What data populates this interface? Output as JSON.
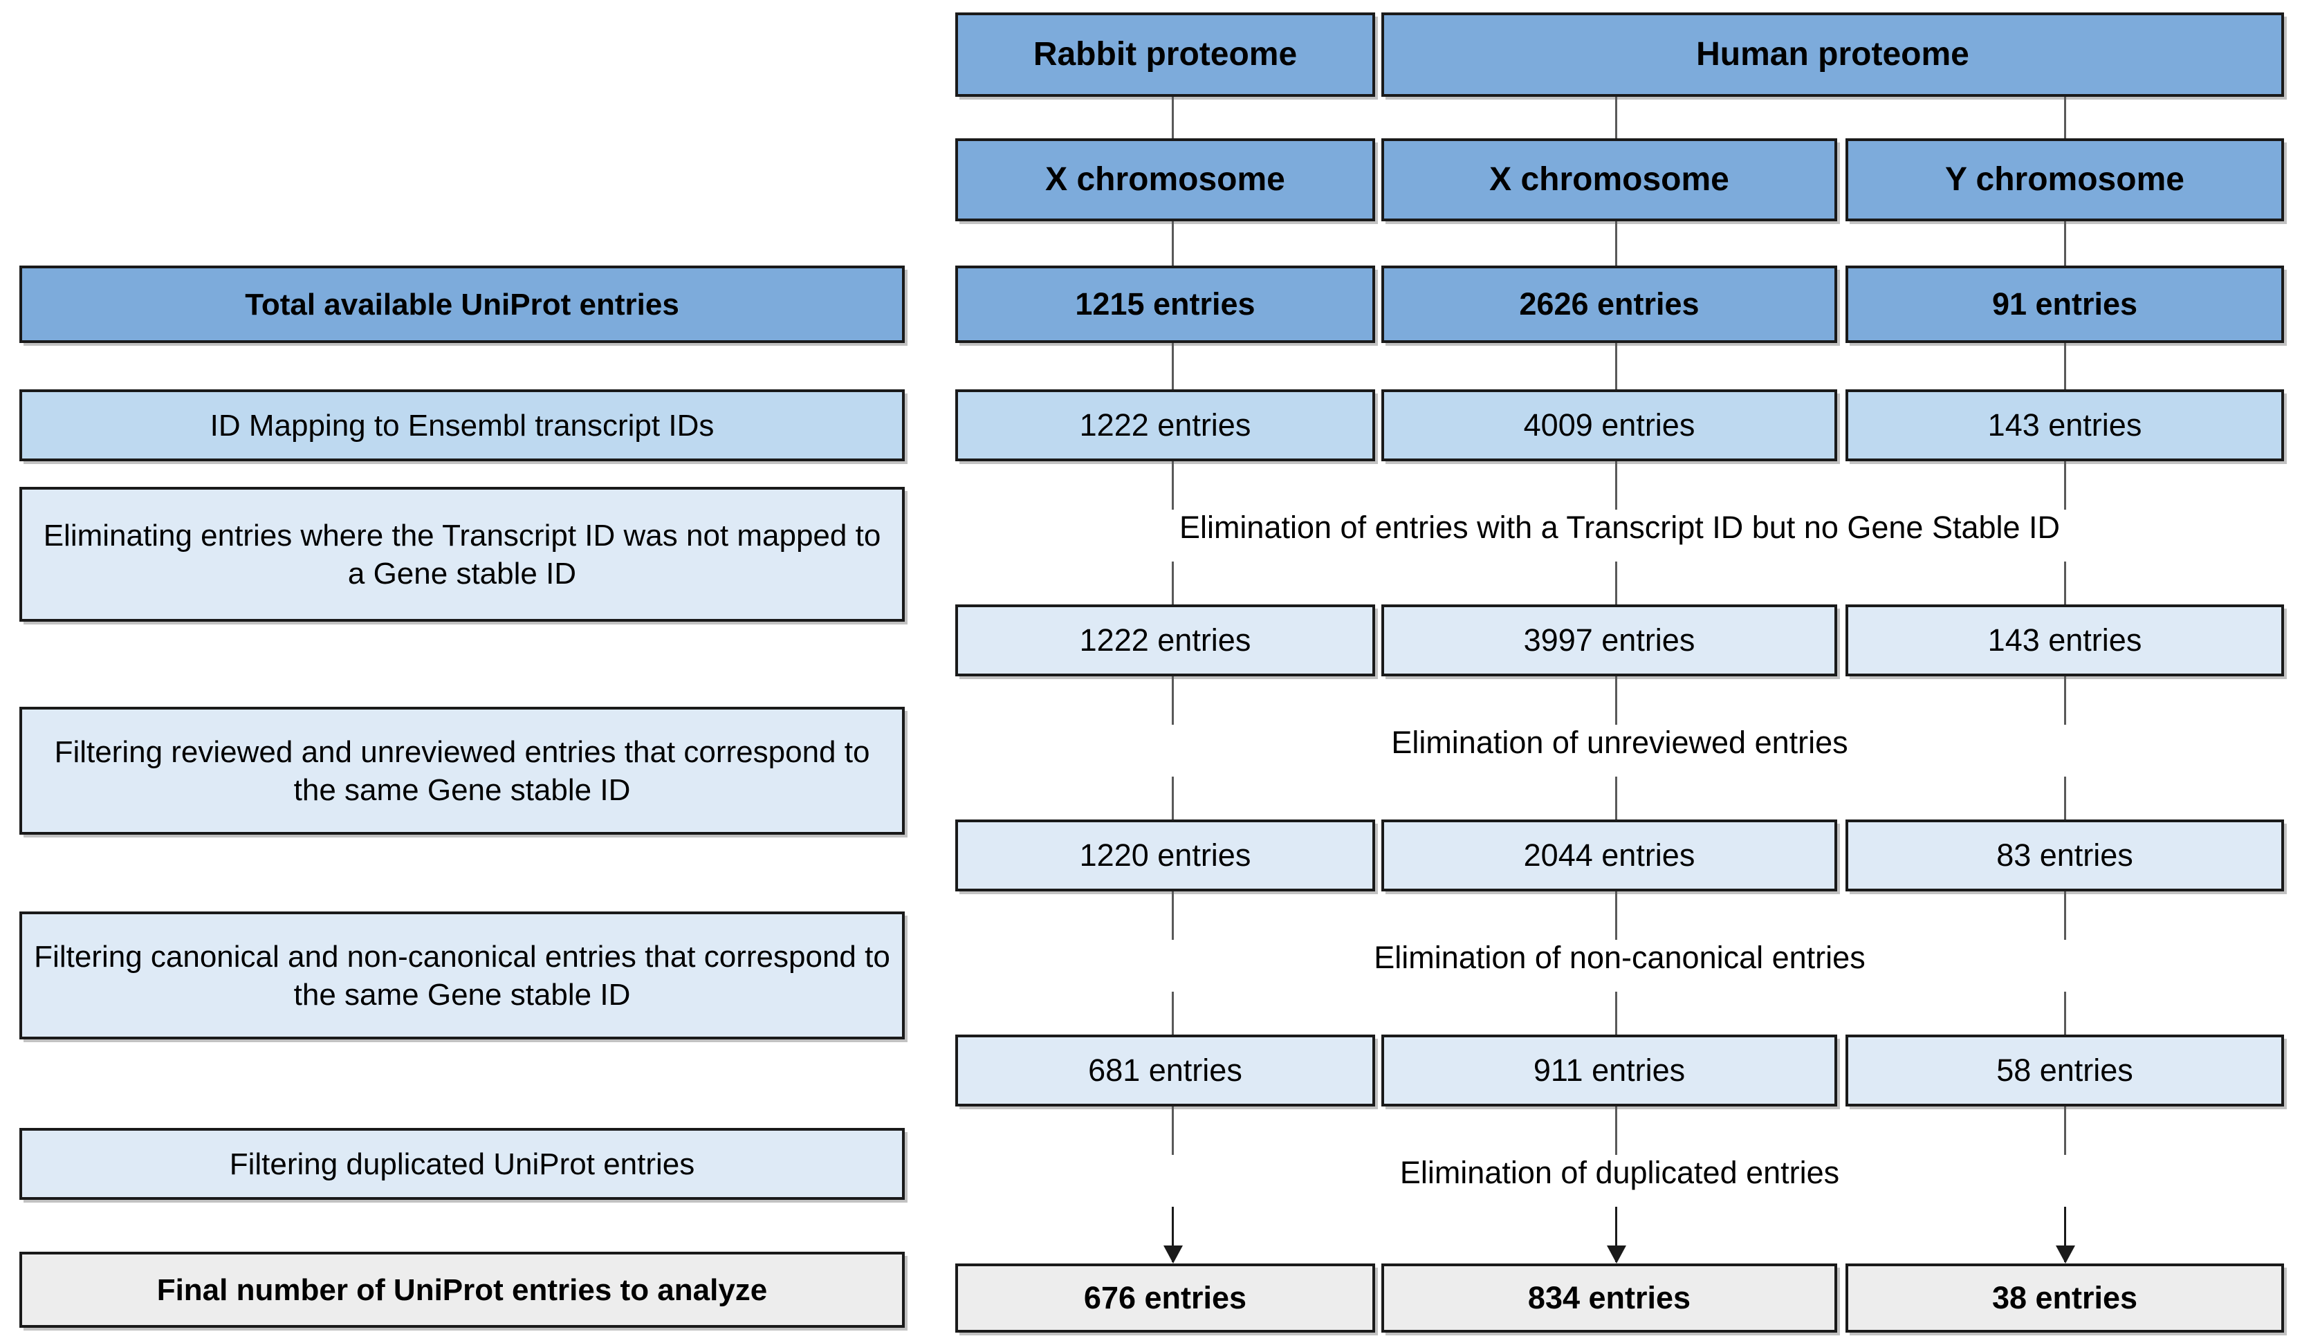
{
  "diagram": {
    "title_row": {
      "rabbit": "Rabbit proteome",
      "human": "Human proteome"
    },
    "chromosome_row": {
      "col1": "X chromosome",
      "col2": "X chromosome",
      "col3": "Y chromosome"
    },
    "left_labels": [
      "Total available UniProt entries",
      "ID Mapping to Ensembl transcript IDs",
      "Eliminating entries where the Transcript ID was not mapped to a Gene stable ID",
      "Filtering reviewed and unreviewed entries that correspond to the same Gene stable ID",
      "Filtering canonical and non-canonical entries that correspond to the same Gene stable ID",
      "Filtering duplicated UniProt entries",
      "Final number of UniProt entries to analyze"
    ],
    "elimination_notes": [
      "Elimination of entries with a Transcript ID but no Gene Stable ID",
      "Elimination of unreviewed entries",
      "Elimination of non-canonical entries",
      "Elimination of duplicated entries"
    ],
    "rows": [
      {
        "label": "Total available UniProt entries",
        "col1": "1215 entries",
        "col2": "2626 entries",
        "col3": "91 entries"
      },
      {
        "label": "ID Mapping to Ensembl transcript IDs",
        "col1": "1222 entries",
        "col2": "4009 entries",
        "col3": "143 entries"
      },
      {
        "label": "Eliminating entries where the Transcript ID was not mapped to a Gene stable ID",
        "col1": "1222 entries",
        "col2": "3997 entries",
        "col3": "143 entries"
      },
      {
        "label": "Filtering reviewed and unreviewed entries that correspond to the same Gene stable ID",
        "col1": "1220 entries",
        "col2": "2044 entries",
        "col3": "83 entries"
      },
      {
        "label": "Filtering canonical and non-canonical entries that correspond to the same Gene stable ID",
        "col1": "681 entries",
        "col2": "911 entries",
        "col3": "58 entries"
      },
      {
        "label": "Filtering duplicated UniProt entries",
        "col1": "676 entries",
        "col2": "834 entries",
        "col3": "38 entries"
      }
    ],
    "colors": {
      "dark_blue": "#7DABDB",
      "mid_blue": "#BED9F0",
      "light_blue": "#DEEAF6",
      "gray": "#EDEDED",
      "border": "#1A1A1A",
      "connector": "#595959"
    }
  }
}
